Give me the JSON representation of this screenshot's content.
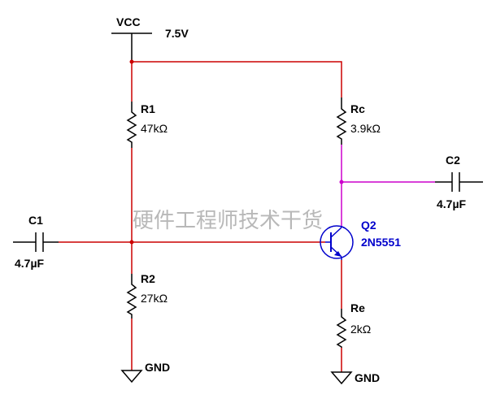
{
  "colors": {
    "wire": "#cc0000",
    "wire_collector": "#cc00cc",
    "component": "#000000",
    "transistor": "#0000cc",
    "label_transistor": "#0000cc",
    "watermark": "#b8b8b8"
  },
  "supply": {
    "name": "VCC",
    "value": "7.5V"
  },
  "resistors": {
    "r1": {
      "name": "R1",
      "value": "47kΩ"
    },
    "r2": {
      "name": "R2",
      "value": "27kΩ"
    },
    "rc": {
      "name": "Rc",
      "value": "3.9kΩ"
    },
    "re": {
      "name": "Re",
      "value": "2kΩ"
    }
  },
  "capacitors": {
    "c1": {
      "name": "C1",
      "value": "4.7µF"
    },
    "c2": {
      "name": "C2",
      "value": "4.7µF"
    }
  },
  "transistor": {
    "name": "Q2",
    "part": "2N5551"
  },
  "grounds": {
    "left": "GND",
    "right": "GND"
  },
  "watermark": "硬件工程师技术干货"
}
